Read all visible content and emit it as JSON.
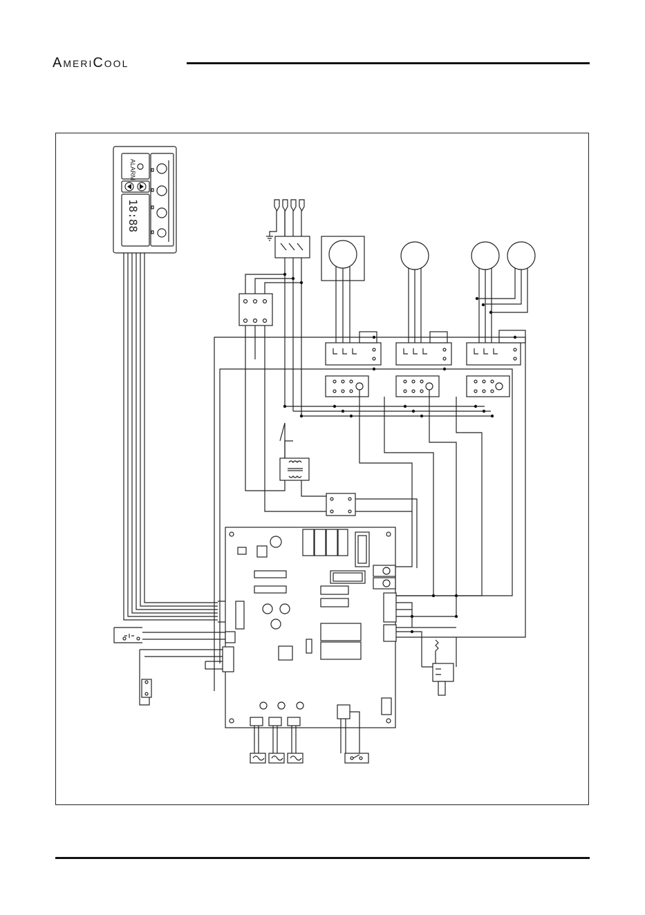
{
  "header": {
    "brand": "AmeriCool"
  },
  "control_panel": {
    "alarm_label": "ALARM",
    "display_digits": "18:88"
  },
  "colors": {
    "ink": "#111111",
    "paper": "#ffffff"
  }
}
